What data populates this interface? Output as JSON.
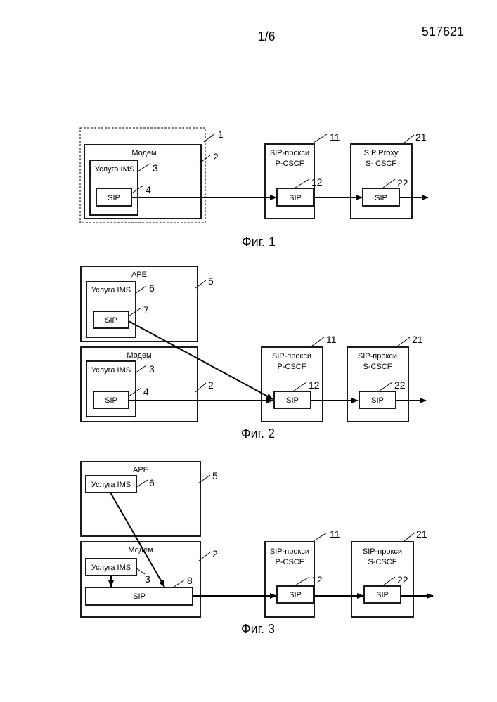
{
  "header": {
    "page": "1/6",
    "number": "517621"
  },
  "labels": {
    "modem": "Модем",
    "ims_service": "Услуга IMS",
    "sip": "SIP",
    "ape": "APE",
    "sip_proxy_ru": "SIP-прокси",
    "sip_proxy_en": "SIP Proxy",
    "pcscf": "P-CSCF",
    "scscf_fig1": "S- CSCF",
    "scscf": "S-CSCF"
  },
  "fig1": {
    "caption": "Фиг. 1",
    "refs": {
      "r1": "1",
      "r2": "2",
      "r3": "3",
      "r4": "4",
      "r11": "11",
      "r12": "12",
      "r21": "21",
      "r22": "22"
    }
  },
  "fig2": {
    "caption": "Фиг. 2",
    "refs": {
      "r5": "5",
      "r6": "6",
      "r7": "7",
      "r3": "3",
      "r4": "4",
      "r2": "2",
      "r11": "11",
      "r12": "12",
      "r21": "21",
      "r22": "22"
    }
  },
  "fig3": {
    "caption": "Фиг. 3",
    "refs": {
      "r5": "5",
      "r6": "6",
      "r2": "2",
      "r3": "3",
      "r8": "8",
      "r11": "11",
      "r12": "12",
      "r21": "21",
      "r22": "22"
    }
  }
}
